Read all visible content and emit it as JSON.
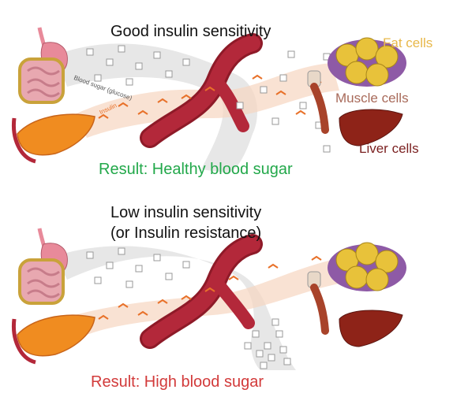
{
  "top_panel": {
    "title": "Good insulin sensitivity",
    "result": "Result: Healthy blood sugar",
    "flow_label_sugar": "Blood sugar (glucose)",
    "flow_label_insulin": "Insulin",
    "organs": {
      "fat": "Fat cells",
      "muscle": "Muscle cells",
      "liver": "Liver cells"
    }
  },
  "bottom_panel": {
    "title_line1": "Low insulin sensitivity",
    "title_line2": "(or Insulin resistance)",
    "result": "Result: High blood sugar"
  },
  "colors": {
    "good_result": "#22a84a",
    "bad_result": "#d23a3a",
    "fat_label": "#e8b84a",
    "muscle_label": "#a86a5a",
    "liver_label": "#7a1f1f",
    "vessel": "#b3283a",
    "insulin": "#e8712a",
    "pancreas": "#f08c20",
    "stomach": "#e88a9a",
    "intestine": "#e8a8b0",
    "fat_cell": "#e8c23a",
    "fat_membrane": "#8e5aa6",
    "liver": "#8e2318",
    "glucose_stream": "#d0d0d0",
    "insulin_stream": "#f6d6c0"
  },
  "icons": [
    "stomach-icon",
    "intestine-icon",
    "pancreas-icon",
    "blood-vessel-icon",
    "glucose-cube-icon",
    "insulin-molecule-icon",
    "fat-cells-icon",
    "arm-muscle-icon",
    "liver-icon"
  ]
}
